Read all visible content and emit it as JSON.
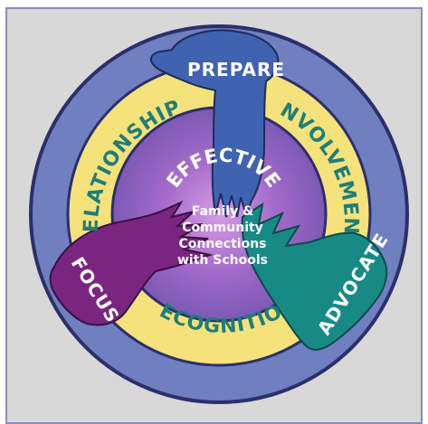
{
  "center": {
    "title": "EFFECTIVE",
    "lines": [
      "Family &",
      "Community",
      "Connections",
      "with Schools"
    ]
  },
  "ring_labels": {
    "relationships": "RELATIONSHIPS",
    "involvement": "INVOLVEMENT",
    "recognition": "RECOGNITION"
  },
  "hand_labels": {
    "prepare": "PREPARE",
    "focus": "FOCUS",
    "advocate": "ADVOCATE"
  },
  "colors": {
    "frame_bg": "#d8d8d8",
    "outer_ring": "#6f7fc0",
    "yellow_ring": "#f5e27a",
    "inner_circle": "#7c59b5",
    "center_glow": "#c27fd8",
    "ring_text": "#1f7d7a",
    "hand_blue": "#3f63b0",
    "hand_purple": "#7a2680",
    "hand_teal": "#178a86"
  }
}
